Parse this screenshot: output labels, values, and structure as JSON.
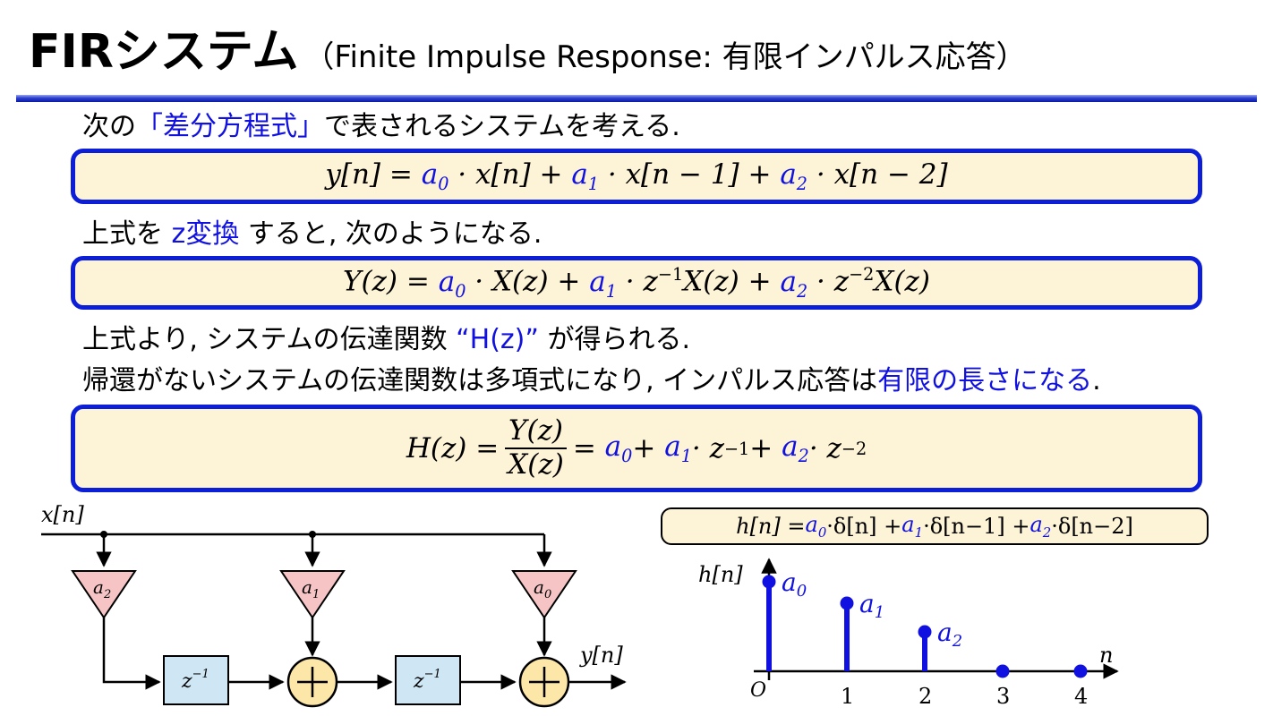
{
  "title": {
    "main": "FIRシステム",
    "sub": "（Finite Impulse Response: 有限インパルス応答）"
  },
  "line1": {
    "pre": "次の",
    "highlight": "「差分方程式」",
    "post": "で表されるシステムを考える."
  },
  "eq1": {
    "y": "y[n] = ",
    "t1": "a",
    "s1": "0",
    "x1": " · x[n] + ",
    "t2": "a",
    "s2": "1",
    "x2": " · x[n − 1] + ",
    "t3": "a",
    "s3": "2",
    "x3": " · x[n − 2]"
  },
  "line2": {
    "pre": "上式を ",
    "highlight": "z変換",
    "post": " すると, 次のようになる."
  },
  "eq2": {
    "y": "Y(z) = ",
    "t1": "a",
    "s1": "0",
    "x1": " · X(z) + ",
    "t2": "a",
    "s2": "1",
    "x2a": " · z",
    "e1": "−1",
    "x2b": "X(z) + ",
    "t3": "a",
    "s3": "2",
    "x3a": " · z",
    "e2": "−2",
    "x3b": "X(z)"
  },
  "line3": {
    "pre": "上式より, システムの伝達関数 ",
    "highlight": "“H(z)”",
    "post": " が得られる."
  },
  "line4": {
    "pre": "帰還がないシステムの伝達関数は多項式になり, インパルス応答は",
    "highlight": "有限の長さになる",
    "post": "."
  },
  "eq3": {
    "h": "H(z) = ",
    "num": "Y(z)",
    "den": "X(z)",
    "eq": " = ",
    "t1": "a",
    "s1": "0",
    "p1": " + ",
    "t2": "a",
    "s2": "1",
    "x2a": " · z",
    "e1": "−1",
    "p2": " + ",
    "t3": "a",
    "s3": "2",
    "x3a": " · z",
    "e2": "−2"
  },
  "diagram": {
    "input": "x[n]",
    "output": "y[n]",
    "gains": [
      {
        "a": "a",
        "sub": "2"
      },
      {
        "a": "a",
        "sub": "1"
      },
      {
        "a": "a",
        "sub": "0"
      }
    ],
    "delay": {
      "z": "z",
      "exp": "−1"
    },
    "adder": "+"
  },
  "impulse": {
    "formula": {
      "h": "h[n] = ",
      "t1": "a",
      "s1": "0",
      "d1": "·δ[n] + ",
      "t2": "a",
      "s2": "1",
      "d2": "·δ[n−1] + ",
      "t3": "a",
      "s3": "2",
      "d3": "·δ[n−2]"
    },
    "ylabel": "h[n]",
    "xlabel": "n",
    "origin": "O",
    "ticks": [
      "1",
      "2",
      "3",
      "4"
    ],
    "stem_labels": [
      {
        "a": "a",
        "sub": "0"
      },
      {
        "a": "a",
        "sub": "1"
      },
      {
        "a": "a",
        "sub": "2"
      }
    ]
  },
  "chart_data": {
    "type": "stem",
    "x": [
      0,
      1,
      2,
      3,
      4
    ],
    "values": [
      1.0,
      0.76,
      0.44,
      0,
      0
    ],
    "labels": [
      "a0",
      "a1",
      "a2",
      "",
      ""
    ]
  },
  "colors": {
    "accent": "#1010e0",
    "box_border": "#0c1ed8",
    "box_fill": "#fdf3d6",
    "gain_fill": "#f6c4c4",
    "delay_fill": "#cfe7f5",
    "adder_fill": "#fde7a8"
  }
}
